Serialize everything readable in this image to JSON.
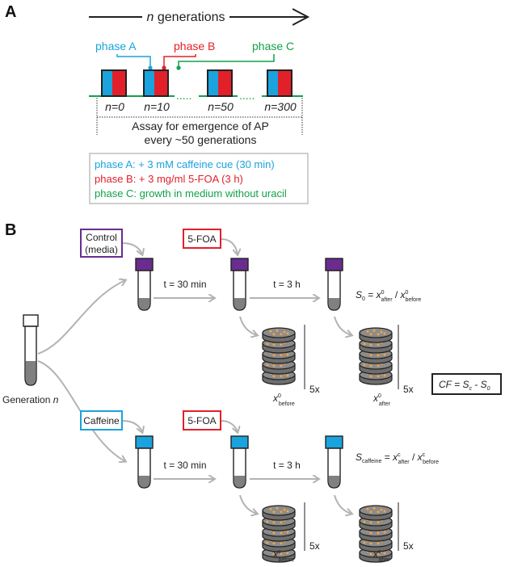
{
  "colors": {
    "phase_a": "#1aa3dc",
    "phase_b": "#e2202a",
    "phase_c": "#12a14a",
    "control": "#6a2c8f",
    "caffeine": "#1aa3dc",
    "foa": "#e2202a",
    "arrow": "#b3b3b3",
    "plate": "#8c8c8c",
    "colony": "#f4a340"
  },
  "panel_a": {
    "label": "A",
    "generations_prefix": "n",
    "generations_suffix": " generations",
    "phase_a": "phase A",
    "phase_b": "phase B",
    "phase_c": "phase C",
    "timepoints": [
      "n=0",
      "n=10",
      "n=50",
      "n=300"
    ],
    "assay_line1": "Assay for emergence of AP",
    "assay_line2": "every ~50 generations",
    "legend": [
      "phase A: + 3 mM caffeine cue (30 min)",
      "phase B: + 3 mg/ml 5-FOA (3 h)",
      "phase C: growth in medium without uracil"
    ]
  },
  "panel_b": {
    "label": "B",
    "generation_prefix": "Generation ",
    "generation_var": "n",
    "control_line1": "Control",
    "control_line2": "(media)",
    "caffeine": "Caffeine",
    "foa": "5-FOA",
    "t_30": "t = 30 min",
    "t_3h": "t = 3 h",
    "replicates": "5x",
    "x": "x",
    "sup_0": "0",
    "sup_c": "c",
    "sub_before": "before",
    "sub_after": "after",
    "s_control_letter": "S",
    "s_control_sub": "0",
    "s_caffeine_letter": "S",
    "s_caffeine_sub": "caffeine",
    "eq": " = ",
    "slash": " / ",
    "cf_text": "CF = S",
    "cf_sub_c": "c",
    "cf_minus": " - S",
    "cf_sub_0": "0"
  }
}
